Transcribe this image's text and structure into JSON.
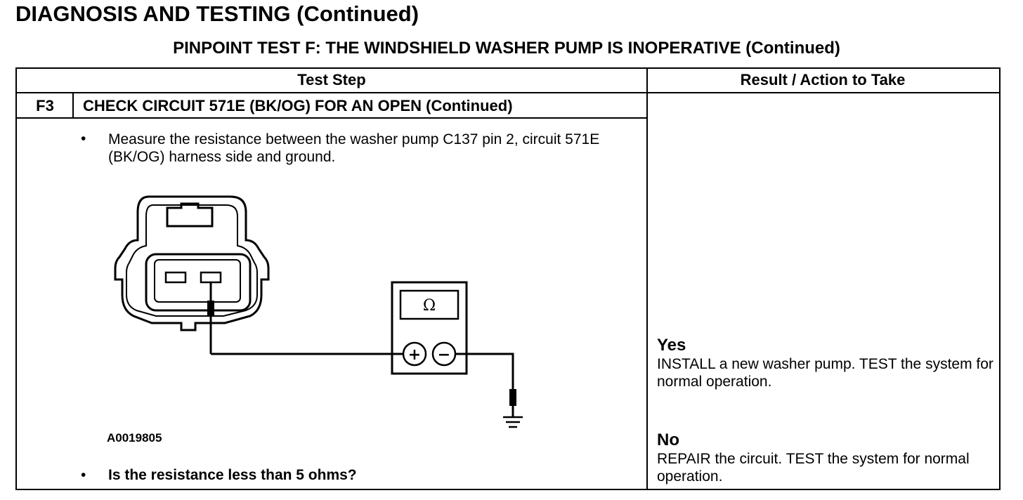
{
  "page": {
    "title": "DIAGNOSIS AND TESTING (Continued)",
    "subtitle": "PINPOINT TEST  F: THE WINDSHIELD WASHER PUMP IS INOPERATIVE (Continued)"
  },
  "table": {
    "headers": [
      "Test Step",
      "Result / Action to Take"
    ],
    "step": {
      "id": "F3",
      "title": "CHECK CIRCUIT 571E (BK/OG) FOR AN OPEN (Continued)",
      "instruction": "Measure the resistance between the washer pump C137 pin 2, circuit 571E (BK/OG) harness side and ground.",
      "bullet": "•",
      "figure_id": "A0019805",
      "question": "Is the resistance less than 5 ohms?"
    },
    "results": [
      {
        "label": "Yes",
        "action": "INSTALL a new washer pump. TEST the system for normal  operation."
      },
      {
        "label": "No",
        "action": "REPAIR the circuit. TEST the system for normal operation."
      }
    ]
  },
  "diagram": {
    "meter_symbol": "Ω",
    "plus_symbol": "+",
    "minus_symbol": "−"
  }
}
